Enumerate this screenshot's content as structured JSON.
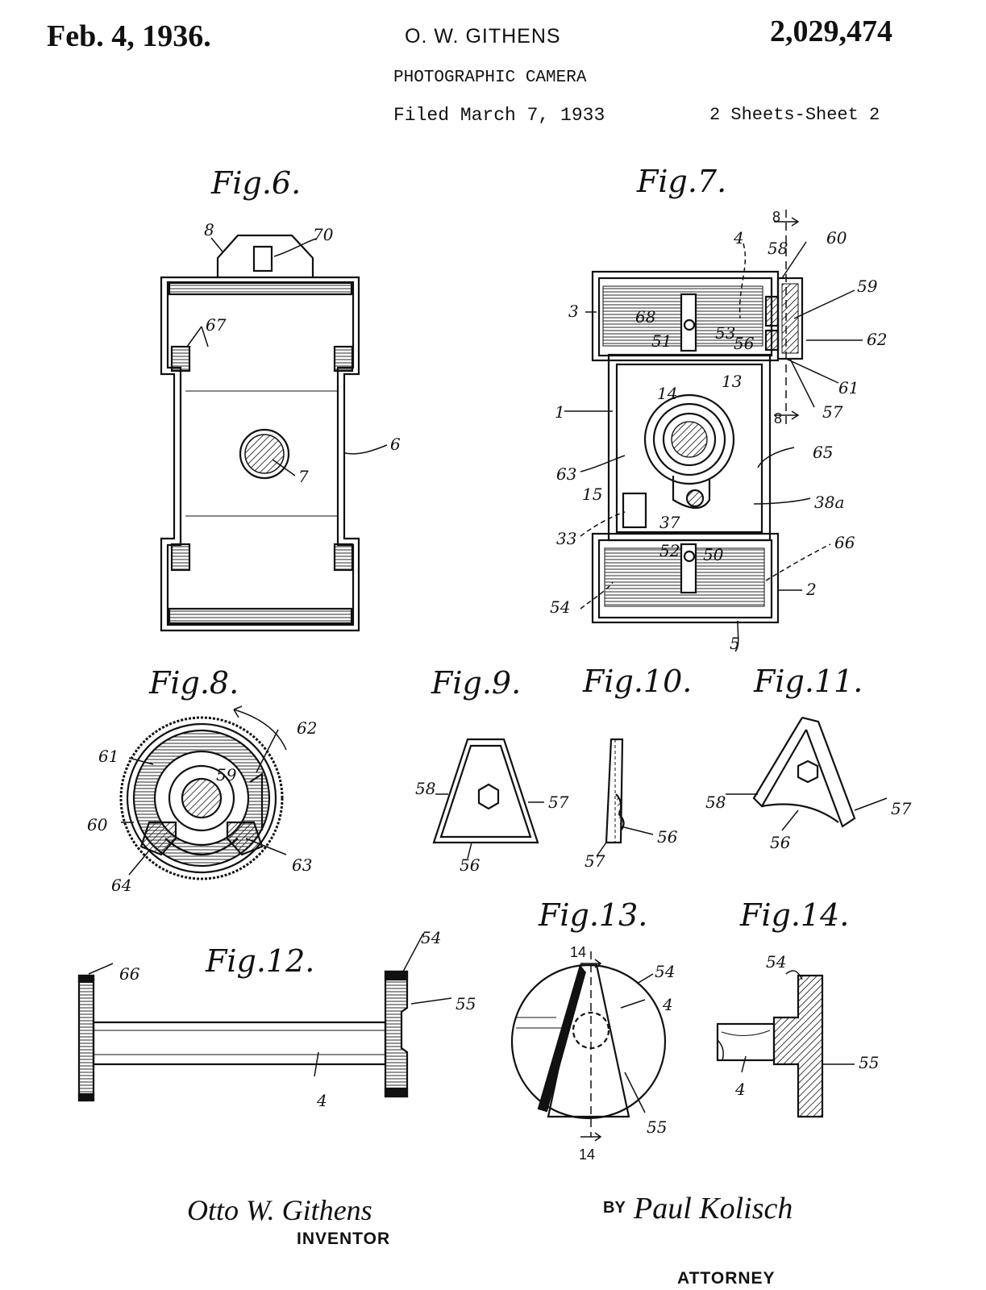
{
  "header": {
    "date": "Feb. 4, 1936.",
    "inventor": "O. W. GITHENS",
    "patent_number": "2,029,474",
    "title": "PHOTOGRAPHIC CAMERA",
    "filed": "Filed March 7, 1933",
    "sheets": "2 Sheets-Sheet 2"
  },
  "figures": {
    "fig6": {
      "label": "Fig.6.",
      "refs": [
        "8",
        "70",
        "67",
        "6",
        "7"
      ]
    },
    "fig7": {
      "label": "Fig.7.",
      "refs": [
        "8",
        "4",
        "58",
        "60",
        "59",
        "3",
        "68",
        "51",
        "53",
        "56",
        "62",
        "61",
        "57",
        "8",
        "13",
        "14",
        "1",
        "65",
        "63",
        "15",
        "38a",
        "37",
        "33",
        "52",
        "50",
        "66",
        "54",
        "2",
        "5"
      ]
    },
    "fig8": {
      "label": "Fig.8.",
      "refs": [
        "62",
        "61",
        "59",
        "60",
        "63",
        "64"
      ]
    },
    "fig9": {
      "label": "Fig.9.",
      "refs": [
        "58",
        "57",
        "56"
      ]
    },
    "fig10": {
      "label": "Fig.10.",
      "refs": [
        "57",
        "56"
      ]
    },
    "fig11": {
      "label": "Fig.11.",
      "refs": [
        "58",
        "57",
        "56"
      ]
    },
    "fig12": {
      "label": "Fig.12.",
      "refs": [
        "66",
        "54",
        "55",
        "4"
      ]
    },
    "fig13": {
      "label": "Fig.13.",
      "refs": [
        "14",
        "54",
        "4",
        "55",
        "14"
      ]
    },
    "fig14": {
      "label": "Fig.14.",
      "refs": [
        "54",
        "55",
        "4"
      ]
    }
  },
  "signatures": {
    "inventor_signature": "Otto W. Githens",
    "inventor_label": "INVENTOR",
    "by": "BY",
    "attorney_signature": "Paul Kolisch",
    "attorney_label": "ATTORNEY"
  }
}
